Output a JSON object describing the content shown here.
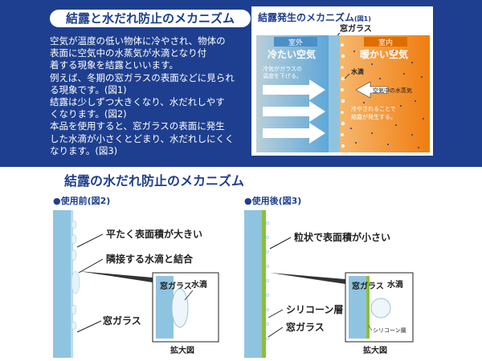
{
  "top_left": {
    "title": "結露と水だれ防止のメカニズム",
    "lines": [
      "空気が温度の低い物体に冷やされ、物体の",
      "表面に空気中の水蒸気が水滴となり付",
      "着する現象を結露といいます。",
      "例えば、冬期の窓ガラスの表面などに見られ",
      "る現象です。(図1)",
      "結露は少しずつ大きくなり、水だれしやす",
      "くなります。(図2)",
      "本品を使用すると、窓ガラスの表面に発生",
      "した水滴が小さくとどまり、水だれしにくく",
      "なります。(図3)"
    ]
  },
  "fig1": {
    "title": "結露発生のメカニズム",
    "fig_ref": "(図1)",
    "glass_label": "窓ガラス",
    "outdoor": "室外",
    "outdoor_air": "冷たい空気",
    "indoor": "室内",
    "indoor_air": "暖かい空気",
    "note_cold": [
      "冷気がガラスの",
      "温度を下げる。"
    ],
    "water_drop": "水滴",
    "vapor": "空気中の水蒸気",
    "note_cond": [
      "冷やされることで",
      "結露が発生する。"
    ],
    "colors": {
      "cold": "#5aa5d8",
      "warm": "#f08a1e",
      "glass": "#8fc4e0"
    }
  },
  "bottom": {
    "title": "結露の水だれ防止のメカニズム",
    "fig2": {
      "label": "●使用前(図2)",
      "note1": "平たく表面積が大きい",
      "note2": "隣接する水滴と結合",
      "glass": "窓ガラス",
      "zoom_glass": "窓ガラス",
      "zoom_drop": "水滴",
      "zoom_caption": "拡大図"
    },
    "fig3": {
      "label": "●使用後(図3)",
      "note1": "粒状で表面積が小さい",
      "silicone": "シリコーン層",
      "glass": "窓ガラス",
      "zoom_glass": "窓ガラス",
      "zoom_drop": "水滴",
      "zoom_silicone": "シリコーン層",
      "zoom_caption": "拡大図"
    }
  }
}
